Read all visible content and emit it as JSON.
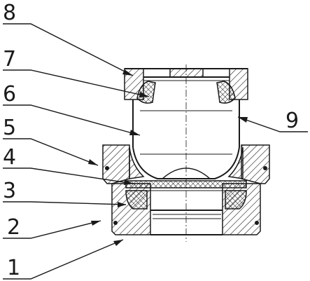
{
  "diagram": {
    "callouts": [
      {
        "id": "c1",
        "text": "1"
      },
      {
        "id": "c2",
        "text": "2"
      },
      {
        "id": "c3",
        "text": "3"
      },
      {
        "id": "c4",
        "text": "4"
      },
      {
        "id": "c5",
        "text": "5"
      },
      {
        "id": "c6",
        "text": "6"
      },
      {
        "id": "c7",
        "text": "7"
      },
      {
        "id": "c8",
        "text": "8"
      },
      {
        "id": "c9",
        "text": "9"
      }
    ]
  }
}
